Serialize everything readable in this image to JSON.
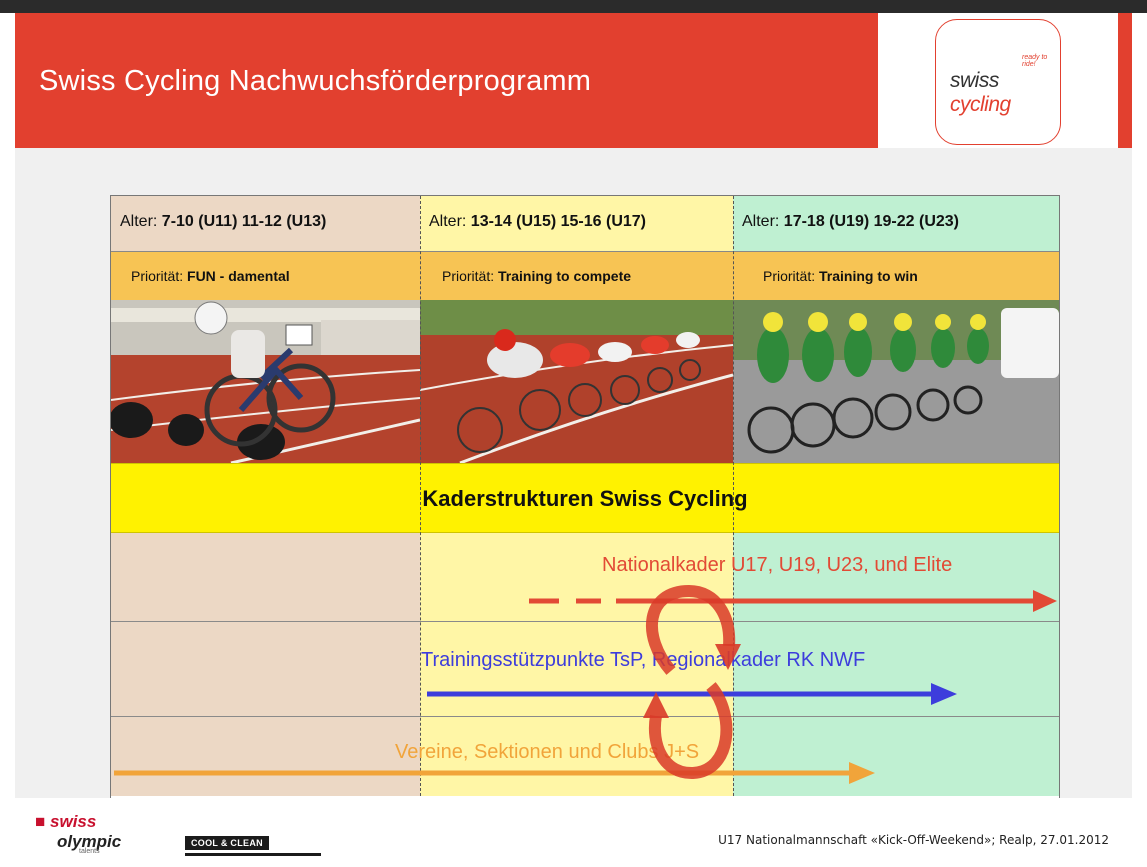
{
  "header": {
    "title": "Swiss Cycling Nachwuchsförderprogramm",
    "logo_tagline": "ready to ride!",
    "logo_word1": "swiss",
    "logo_word2": "cycling",
    "accent": "#e2402f"
  },
  "columns": [
    {
      "age_label": "Alter: ",
      "age_value": "7-10 (U11) 11-12 (U13)",
      "prio_label": "Priorität: ",
      "prio_value": "FUN - damental",
      "color": "#ecd8c5",
      "photo": "child-cyclist-on-track"
    },
    {
      "age_label": "Alter: ",
      "age_value": "13-14 (U15) 15-16 (U17)",
      "prio_label": "Priorität: ",
      "prio_value": "Training to compete",
      "color": "#fff6a6",
      "photo": "track-race-peloton"
    },
    {
      "age_label": "Alter: ",
      "age_value": "17-18 (U19) 19-22 (U23)",
      "prio_label": "Priorität: ",
      "prio_value": "Training to win",
      "color": "#bff0d2",
      "photo": "team-time-trial-road"
    }
  ],
  "kader": {
    "title": "Kaderstrukturen Swiss Cycling",
    "rows": [
      {
        "label": "Nationalkader U17, U19, U23, und Elite",
        "color": "#e24a35"
      },
      {
        "label": "Trainingsstützpunkte TsP, Regionalkader RK NWF",
        "color": "#3d3ddc"
      },
      {
        "label": "Vereine, Sektionen und Clubs J+S",
        "color": "#f1a43a"
      }
    ],
    "cycle_icon": "circular-arrows-icon"
  },
  "footer": {
    "swiss_olympic_a": "swiss",
    "swiss_olympic_b": "olympic",
    "swiss_olympic_sub": "talents",
    "cool_clean": "COOL & CLEAN",
    "event_text": "U17 Nationalmannschaft «Kick-Off-Weekend»; Realp, 27.01.2012"
  }
}
